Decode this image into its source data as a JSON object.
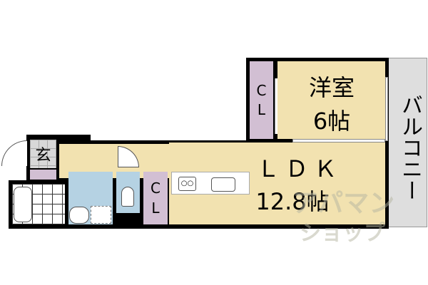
{
  "rooms": {
    "western_room": {
      "name": "洋室",
      "size": "6帖"
    },
    "ldk": {
      "name": "ＬＤＫ",
      "size": "12.8帖"
    },
    "balcony": {
      "name": "バルコニー"
    },
    "entrance": {
      "name": "玄"
    },
    "closet_upper": {
      "name": "C\nL",
      "c": "C",
      "l": "L"
    },
    "closet_lower": {
      "c": "C",
      "l": "L"
    }
  },
  "watermark": {
    "line1": "アパマン",
    "line2": "ショップ"
  },
  "colors": {
    "floor": "#f2e2b0",
    "closet": "#d2bfd3",
    "wet_area": "#b5d2e3",
    "balcony": "#dedede",
    "entrance": "#d8d8d8",
    "wall": "#000000"
  }
}
